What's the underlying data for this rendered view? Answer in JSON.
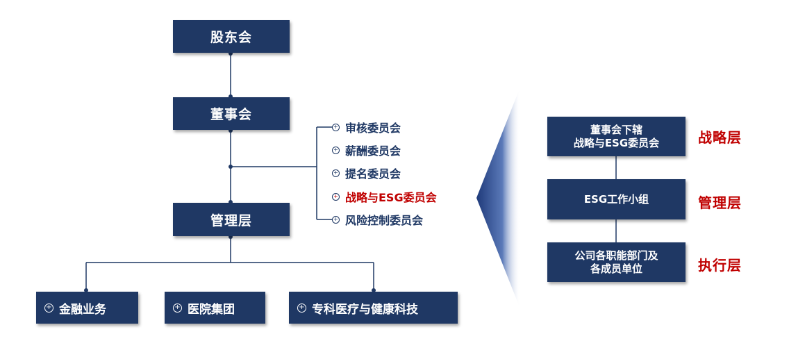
{
  "structure": {
    "shareholders": "股东会",
    "board": "董事会",
    "management": "管理层",
    "committees": [
      {
        "label": "审核委员会",
        "highlight": false
      },
      {
        "label": "薪酬委员会",
        "highlight": false
      },
      {
        "label": "提名委员会",
        "highlight": false
      },
      {
        "label": "战略与ESG委员会",
        "highlight": true
      },
      {
        "label": "风险控制委员会",
        "highlight": false
      }
    ],
    "business_units": [
      "金融业务",
      "医院集团",
      "专科医疗与健康科技"
    ]
  },
  "esg_governance": {
    "levels": [
      {
        "box_line1": "董事会下辖",
        "box_line2": "战略与ESG委员会",
        "layer": "战略层"
      },
      {
        "box_line1": "ESG工作小组",
        "box_line2": "",
        "layer": "管理层"
      },
      {
        "box_line1": "公司各职能部门及",
        "box_line2": "各成员单位",
        "layer": "执行层"
      }
    ]
  },
  "colors": {
    "box": "#1f3864",
    "highlight": "#c00000",
    "line": "#1f3864"
  }
}
